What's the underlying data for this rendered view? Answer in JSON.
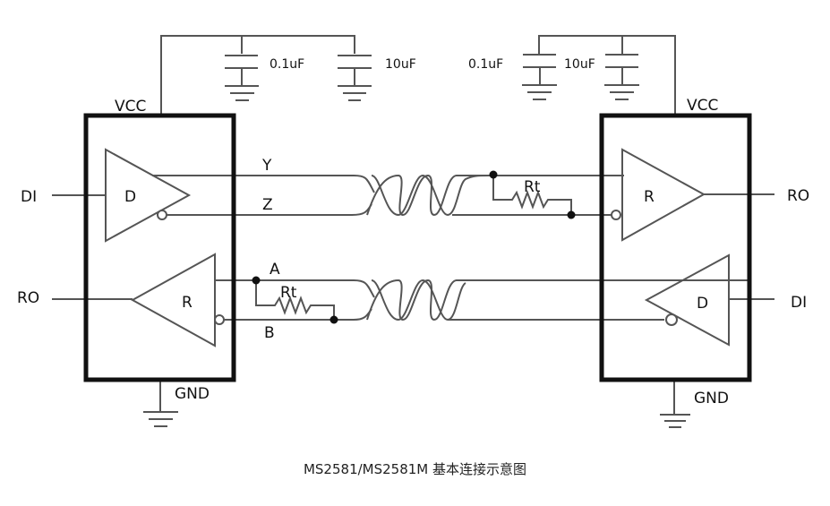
{
  "diagram": {
    "caption": "MS2581/MS2581M 基本连接示意图",
    "left_chip": {
      "vcc_label": "VCC",
      "gnd_label": "GND",
      "driver_label": "D",
      "receiver_label": "R",
      "di_label": "DI",
      "ro_label": "RO",
      "cap1_label": "0.1uF",
      "cap2_label": "10uF",
      "pin_y": "Y",
      "pin_z": "Z",
      "pin_a": "A",
      "pin_b": "B",
      "rt_label": "Rt"
    },
    "right_chip": {
      "vcc_label": "VCC",
      "gnd_label": "GND",
      "driver_label": "D",
      "receiver_label": "R",
      "di_label": "DI",
      "ro_label": "RO",
      "cap1_label": "0.1uF",
      "cap2_label": "10uF",
      "rt_label": "Rt"
    }
  }
}
